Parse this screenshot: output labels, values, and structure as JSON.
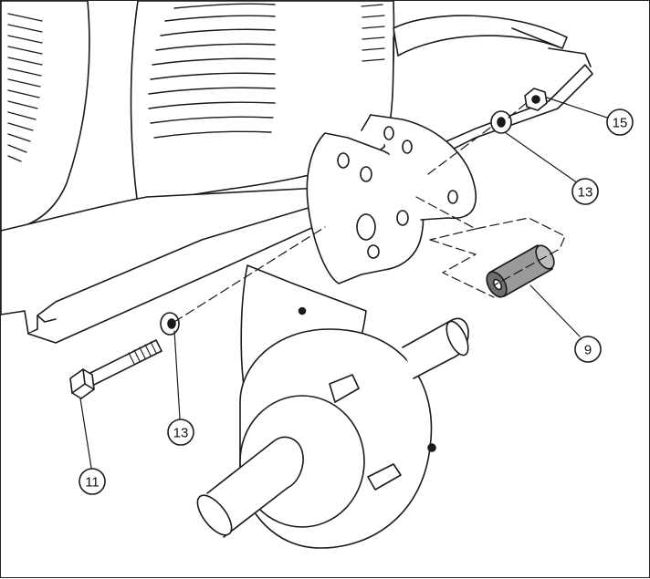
{
  "callouts": {
    "washer_top": "13",
    "nut": "15",
    "spacer": "9",
    "washer_bottom": "13",
    "bolt": "11"
  },
  "colors": {
    "line": "#1a1a1a",
    "spacer_fill": "#9a9a9a",
    "spacer_dark": "#6f6f6f",
    "paper": "#ffffff"
  }
}
